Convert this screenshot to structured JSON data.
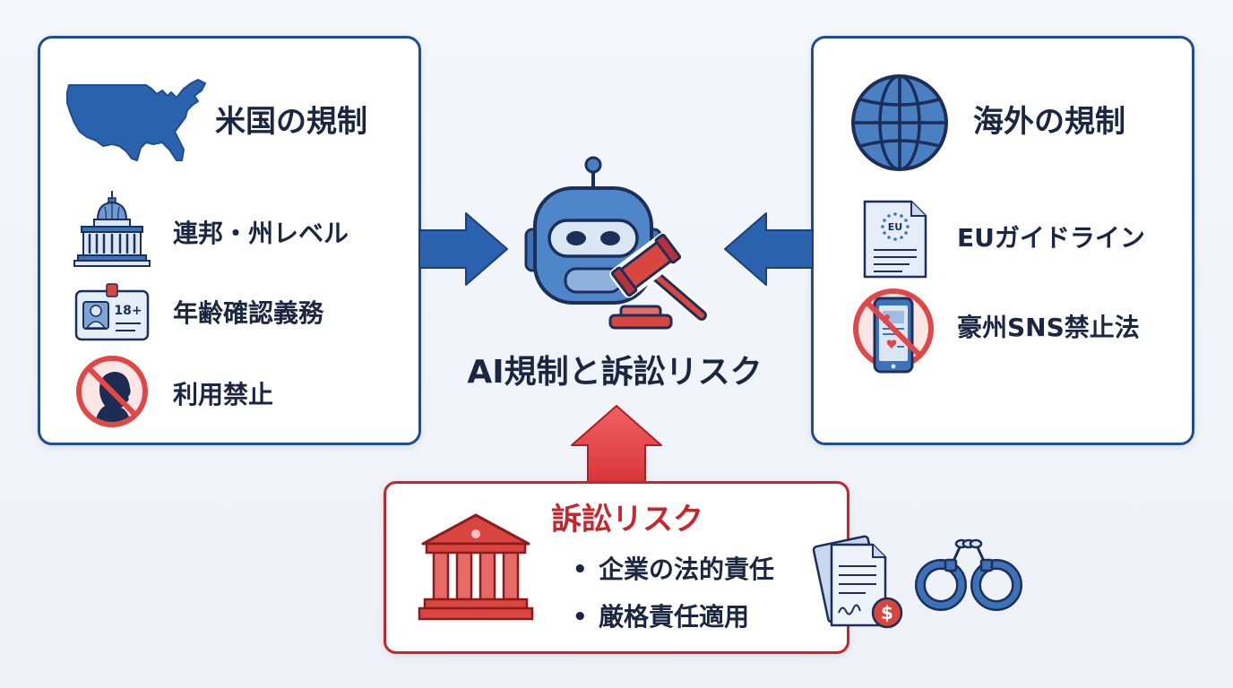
{
  "colors": {
    "primary_blue": "#1e4d92",
    "icon_blue": "#3d72b8",
    "accent_red": "#c8262d",
    "text_dark": "#1b2742",
    "background": "#eef2f8"
  },
  "left_panel": {
    "title": "米国の規制",
    "title_icon": "us-map-icon",
    "items": [
      {
        "label": "連邦・州レベル",
        "icon": "capitol-building-icon"
      },
      {
        "label": "年齢確認義務",
        "icon": "id-card-icon",
        "badge": "18+"
      },
      {
        "label": "利用禁止",
        "icon": "prohibited-person-icon"
      }
    ]
  },
  "right_panel": {
    "title": "海外の規制",
    "title_icon": "globe-icon",
    "items": [
      {
        "label": "EUガイドライン",
        "icon": "eu-document-icon",
        "badge": "EU"
      },
      {
        "label": "豪州SNS禁止法",
        "icon": "prohibited-phone-icon"
      }
    ]
  },
  "center": {
    "title": "AI規制と訴訟リスク",
    "icon": "robot-with-gavel-icon"
  },
  "arrows": {
    "from_left": "arrow-right-icon",
    "from_right": "arrow-left-icon",
    "from_bottom": "arrow-up-icon"
  },
  "litigation_panel": {
    "title": "訴訟リスク",
    "title_icon": "courthouse-icon",
    "bullet": "•",
    "items": [
      "企業の法的責任",
      "厳格責任適用"
    ]
  },
  "side_icons": {
    "documents": {
      "icon": "legal-documents-dollar-icon",
      "symbol": "$"
    },
    "handcuffs": {
      "icon": "handcuffs-icon"
    }
  }
}
